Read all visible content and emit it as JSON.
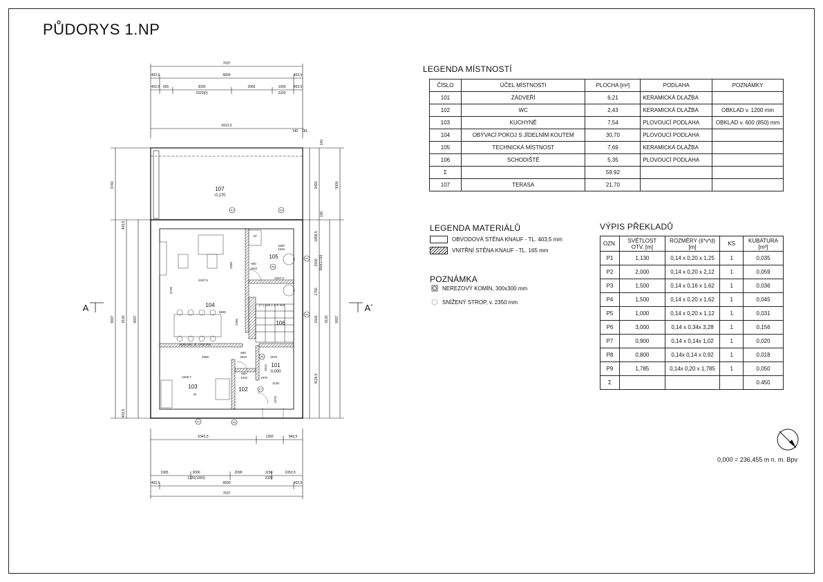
{
  "title": "PŮDORYS 1.NP",
  "plan": {
    "dims_top": [
      "7637",
      "6830",
      "403,5",
      "403,5",
      "403,5",
      "665",
      "3000",
      "2065",
      "1000",
      "403,5",
      "2320(0)",
      "2320",
      "6912,5",
      "140",
      "181"
    ],
    "dims_bottom": [
      "5343,5",
      "1350",
      "943,5",
      "1995",
      "2000",
      "1320(1000)",
      "2090",
      "1150",
      "1053,5",
      "2320",
      "6830",
      "7637",
      "403,5",
      "403,5"
    ],
    "dims_left": [
      "3740",
      "403,5",
      "9937",
      "9130",
      "9937",
      "403,5"
    ],
    "dims_right": [
      "3490",
      "3000",
      "140",
      "140",
      "1858,5",
      "1500",
      "1750",
      "1500",
      "650(1720)",
      "9130",
      "9937",
      "4136,5"
    ],
    "room_labels": [
      {
        "num": "107",
        "level": "-0,170"
      },
      {
        "num": "104"
      },
      {
        "num": "105"
      },
      {
        "num": "106"
      },
      {
        "num": "101",
        "level": "0,000"
      },
      {
        "num": "102"
      },
      {
        "num": "103"
      }
    ],
    "inner_texts": [
      "AP",
      "1050",
      "1910",
      "800",
      "1910",
      "2267,5",
      "4397,5",
      "6830",
      "17 x 180 x 270 mm",
      "4690",
      "1975",
      "3405,7",
      "1975",
      "6730",
      "3390",
      "2200",
      "800",
      "1910",
      "600",
      "1910",
      "3312",
      "M",
      "HEBL200, dl. 4700 mm",
      "1130",
      "2270"
    ],
    "section_marks": [
      "A",
      "A´"
    ],
    "lintel_tags": [
      "P1",
      "P2",
      "P3",
      "P4",
      "P5",
      "P6",
      "P7",
      "P8",
      "P9"
    ]
  },
  "rooms_legend": {
    "heading": "LEGENDA MÍSTNOSTÍ",
    "headers": [
      "ČÍSLO",
      "ÚČEL MÍSTNOSTI",
      "PLOCHA [m²]",
      "PODLAHA",
      "POZNÁMKY"
    ],
    "rows": [
      [
        "101",
        "ZÁDVEŘÍ",
        "6,21",
        "KERAMICKÁ DLAŽBA",
        ""
      ],
      [
        "102",
        "WC",
        "2,43",
        "KERAMICKÁ DLAŽBA",
        "OBKLAD v. 1200 mm"
      ],
      [
        "103",
        "KUCHYNĚ",
        "7,54",
        "PLOVOUCÍ PODLAHA",
        "OBKLAD v. 600 (850) mm"
      ],
      [
        "104",
        "OBÝVACÍ POKOJ S JÍDELNÍM KOUTEM",
        "30,70",
        "PLOVOUCÍ PODLAHA",
        ""
      ],
      [
        "105",
        "TECHNICKÁ MÍSTNOST",
        "7,69",
        "KERAMICKÁ DLAŽBA",
        ""
      ],
      [
        "106",
        "SCHODIŠTĚ",
        "5,35",
        "PLOVOUCÍ PODLAHA",
        ""
      ],
      [
        "Σ",
        "",
        "59.92",
        "",
        ""
      ],
      [
        "107",
        "TERASA",
        "21,70",
        "",
        ""
      ]
    ]
  },
  "materials_legend": {
    "heading": "LEGENDA MATERIÁLŮ",
    "items": [
      "OBVODOVÁ STĚNA KNAUF - TL. 403,5 mm",
      "VNITŘNÍ STĚNA KNAUF - TL. 165 mm"
    ]
  },
  "note": {
    "heading": "POZNÁMKA",
    "items": [
      "NEREZOVÝ KOMÍN, 300x300 mm",
      "SNÍŽENÝ STROP, v. 2350 mm"
    ]
  },
  "lintels": {
    "heading": "VÝPIS PŘEKLADŮ",
    "headers": [
      "OZN.",
      "SVĚTLOST OTV. [m]",
      "ROZMĚRY (š*v*d) [m]",
      "KS",
      "KUBATURA [m³]"
    ],
    "rows": [
      [
        "P1",
        "1,130",
        "0,14 x 0,20 x 1,25",
        "1",
        "0,035"
      ],
      [
        "P2",
        "2,000",
        "0,14 x 0,20 x 2,12",
        "1",
        "0,059"
      ],
      [
        "P3",
        "1,500",
        "0,14 x 0,16 x 1,62",
        "1",
        "0,036"
      ],
      [
        "P4",
        "1,500",
        "0,14 x 0,20 x 1,62",
        "1",
        "0,045"
      ],
      [
        "P5",
        "1,000",
        "0,14 x 0,20 x 1,12",
        "1",
        "0,031"
      ],
      [
        "P6",
        "3,000",
        "0,14 x 0,34x 3,28",
        "1",
        "0,156"
      ],
      [
        "P7",
        "0,900",
        "0,14 x 0,14x 1,02",
        "1",
        "0,020"
      ],
      [
        "P8",
        "0,800",
        "0,14x 0,14 x 0,92",
        "1",
        "0,018"
      ],
      [
        "P9",
        "1,785",
        "0,14x 0,20 x 1,785",
        "1",
        "0,050"
      ],
      [
        "Σ",
        "",
        "",
        "",
        "0.450"
      ]
    ]
  },
  "datum": "0,000 = 236,455 m n. m. Bpv",
  "icons": [
    "north-arrow-icon",
    "chimney-icon",
    "lowered-ceiling-icon"
  ]
}
